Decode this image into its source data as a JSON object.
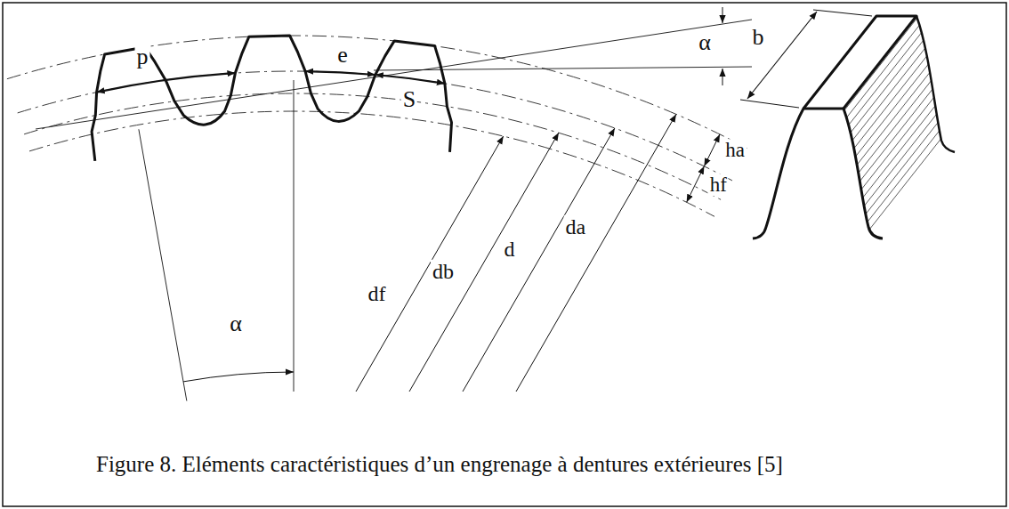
{
  "diagram": {
    "caption": "Figure 8. Eléments caractéristiques d’un engrenage à dentures extérieures [5]",
    "labels": [
      "α",
      "p",
      "e",
      "S",
      "ha",
      "hf",
      "α",
      "df",
      "db",
      "d",
      "da",
      "b"
    ]
  }
}
